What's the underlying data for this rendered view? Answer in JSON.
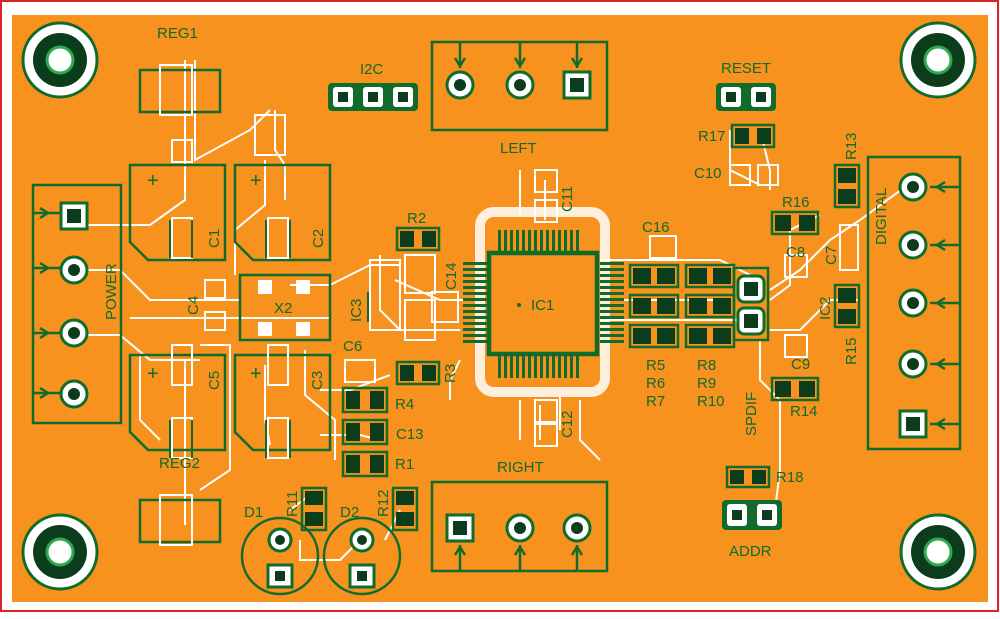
{
  "colors": {
    "board": "#f7921e",
    "silk": "#116b2a",
    "trace": "#ffffff",
    "border": "#d9252a",
    "pad_dark": "#0b3d1c"
  },
  "headers": {
    "left": "LEFT",
    "right": "RIGHT",
    "power": "POWER",
    "digital": "DIGITAL",
    "i2c": "I2C",
    "reset": "RESET",
    "addr": "ADDR",
    "spdif": "SPDIF"
  },
  "chips": {
    "ic1": "IC1",
    "ic2": "IC2",
    "ic3": "IC3",
    "x2": "X2",
    "reg1": "REG1",
    "reg2": "REG2",
    "d1": "D1",
    "d2": "D2"
  },
  "capacitors": {
    "c1": "C1",
    "c2": "C2",
    "c3": "C3",
    "c4": "C4",
    "c5": "C5",
    "c6": "C6",
    "c7": "C7",
    "c8": "C8",
    "c9": "C9",
    "c10": "C10",
    "c11": "C11",
    "c12": "C12",
    "c13": "C13",
    "c14": "C14",
    "c16": "C16"
  },
  "resistors": {
    "r1": "R1",
    "r2": "R2",
    "r3": "R3",
    "r4": "R4",
    "r5": "R5",
    "r6": "R6",
    "r7": "R7",
    "r8": "R8",
    "r9": "R9",
    "r10": "R10",
    "r11": "R11",
    "r12": "R12",
    "r13": "R13",
    "r14": "R14",
    "r15": "R15",
    "r16": "R16",
    "r17": "R17",
    "r18": "R18"
  },
  "polarity_mark": "+"
}
